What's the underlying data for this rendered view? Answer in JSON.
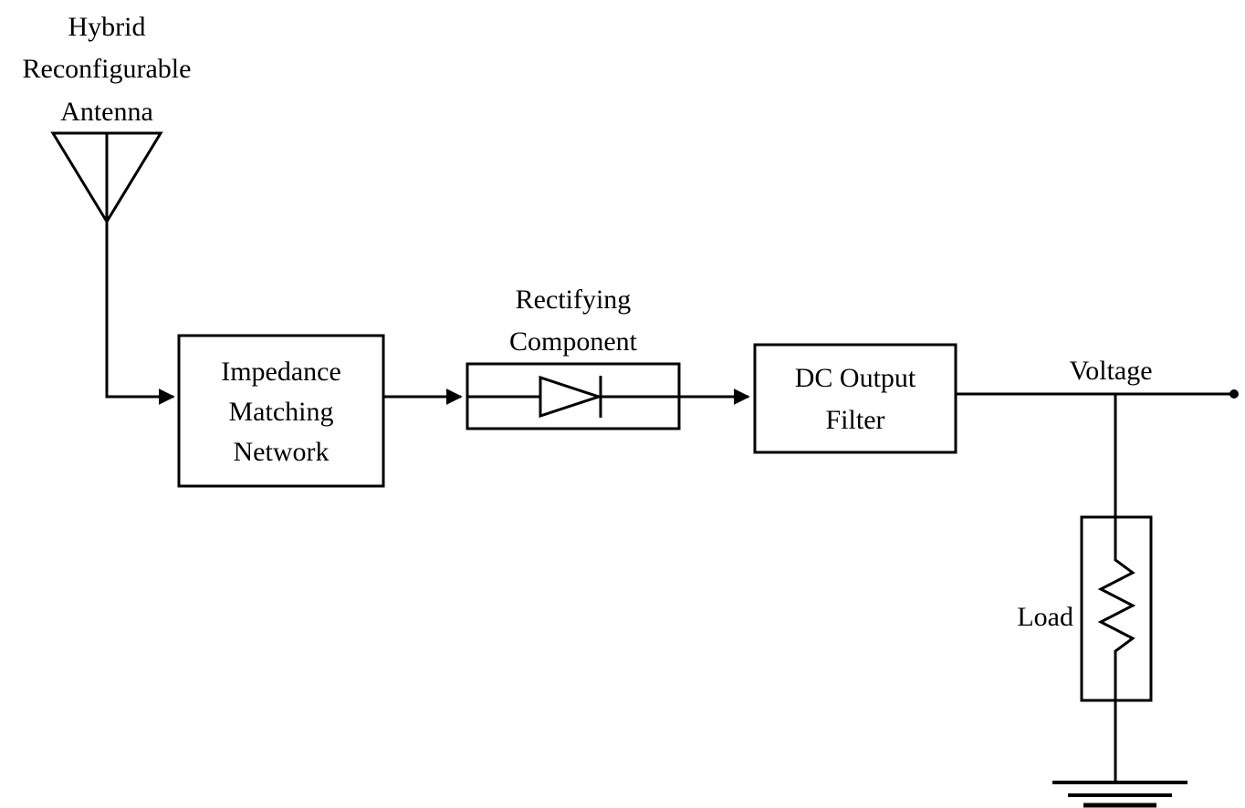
{
  "antenna": {
    "label_lines": [
      "Hybrid",
      "Reconfigurable",
      "Antenna"
    ]
  },
  "impedance_block": {
    "label_lines": [
      "Impedance",
      "Matching",
      "Network"
    ]
  },
  "rectifier": {
    "label_lines": [
      "Rectifying",
      "Component"
    ]
  },
  "dc_filter": {
    "label_lines": [
      "DC Output",
      "Filter"
    ]
  },
  "output": {
    "label": "Voltage"
  },
  "load": {
    "label": "Load"
  }
}
